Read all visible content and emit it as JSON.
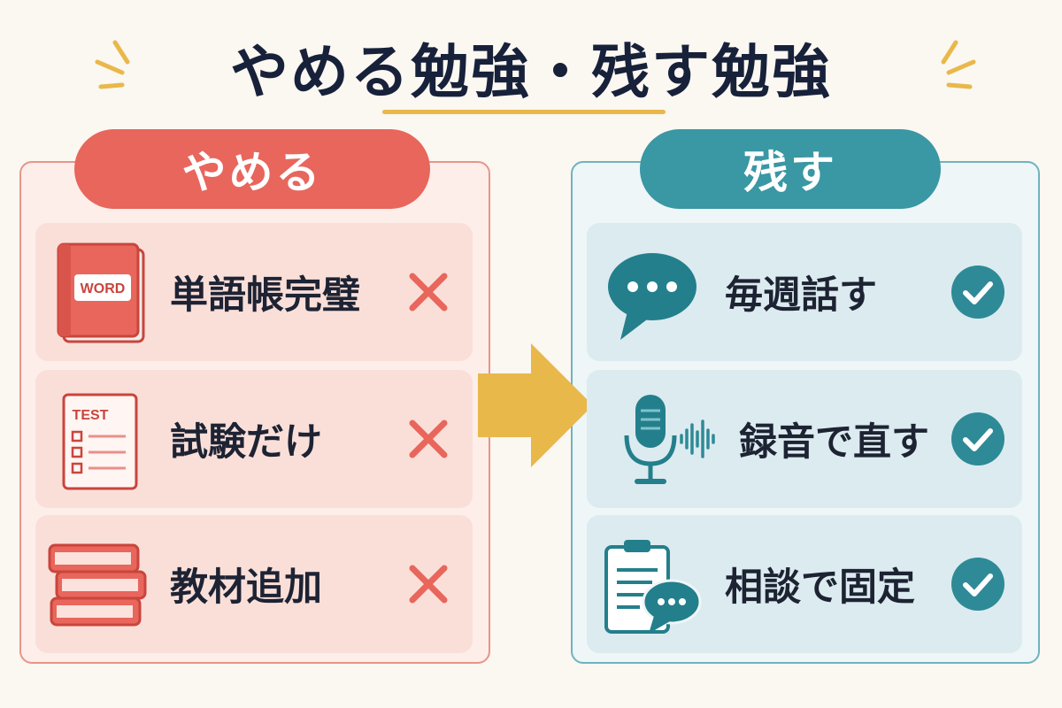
{
  "title": "やめる勉強・残す勉強",
  "colors": {
    "stop_accent": "#e8665c",
    "keep_accent": "#3a97a4",
    "arrow": "#e8b84b",
    "title_text": "#17213a"
  },
  "stop": {
    "heading": "やめる",
    "items": [
      {
        "label": "単語帳完璧",
        "icon": "word-book-icon",
        "icon_text": "WORD",
        "status": "cross"
      },
      {
        "label": "試験だけ",
        "icon": "test-sheet-icon",
        "icon_text": "TEST",
        "status": "cross"
      },
      {
        "label": "教材追加",
        "icon": "book-stack-icon",
        "status": "cross"
      }
    ]
  },
  "keep": {
    "heading": "残す",
    "items": [
      {
        "label": "毎週話す",
        "icon": "speech-bubble-icon",
        "status": "check"
      },
      {
        "label": "録音で直す",
        "icon": "microphone-icon",
        "status": "check"
      },
      {
        "label": "相談で固定",
        "icon": "clipboard-chat-icon",
        "status": "check"
      }
    ]
  }
}
